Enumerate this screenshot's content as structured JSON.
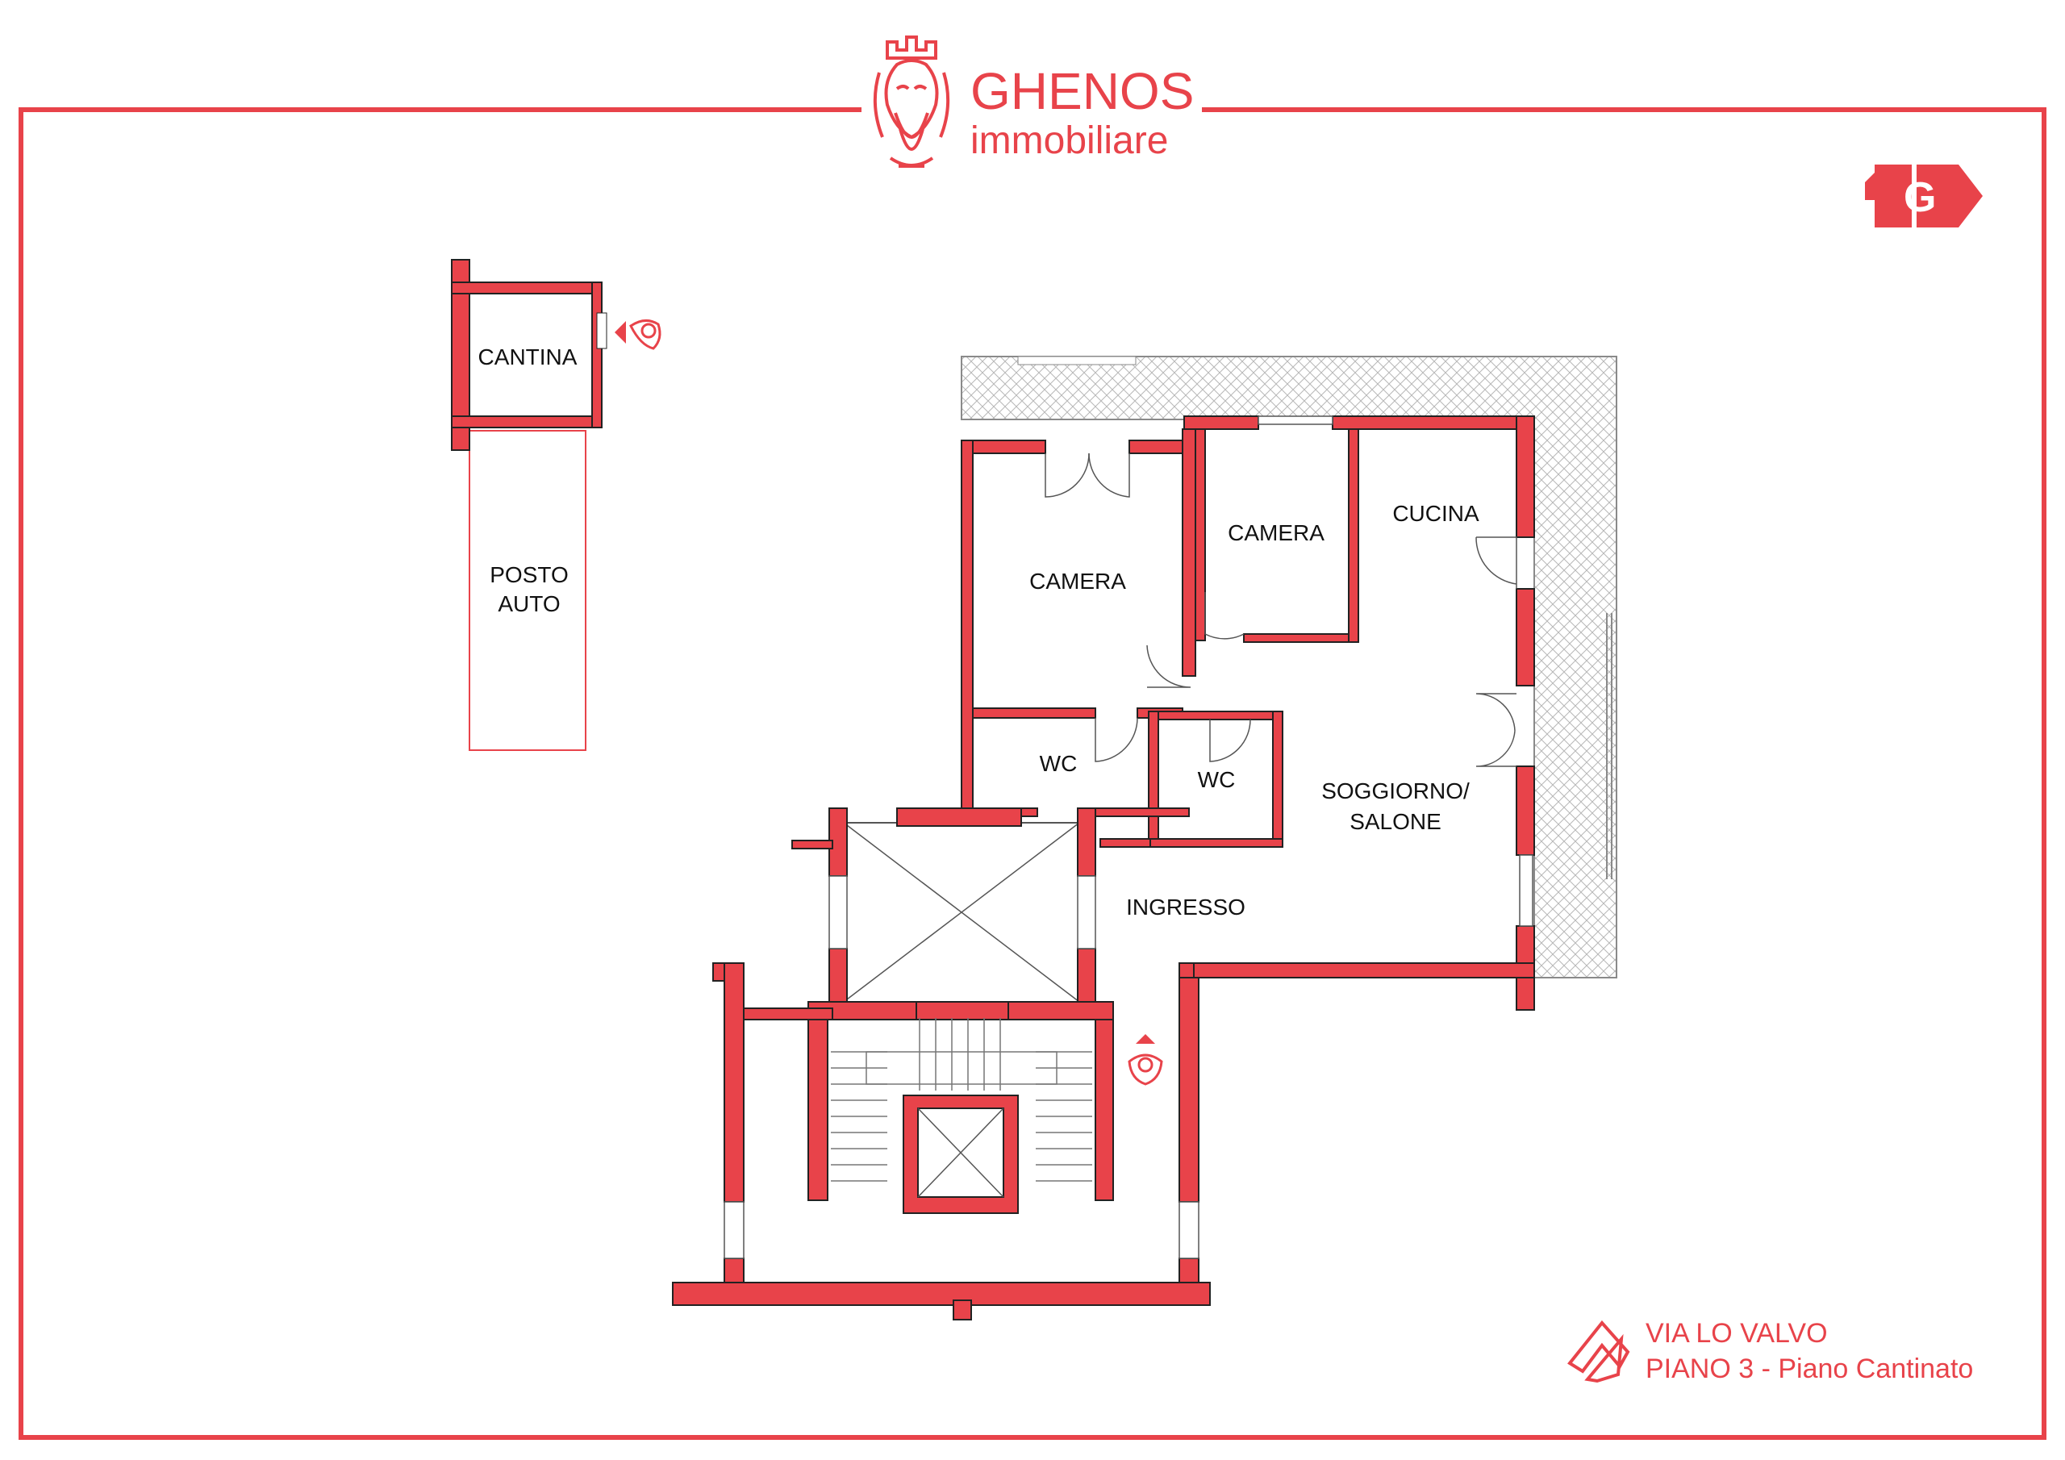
{
  "brand": {
    "name": "GHENOS",
    "subtitle": "immobiliare",
    "badge_letter": "G",
    "accent_color": "#e8434a",
    "wall_color": "#e8434a",
    "icon": "king-head-logo-icon"
  },
  "address": {
    "line1": "VIA LO VALVO",
    "line2": "PIANO 3 - Piano Cantinato",
    "icon": "house-outline-icon"
  },
  "rooms": {
    "cantina": "CANTINA",
    "posto_auto_1": "POSTO",
    "posto_auto_2": "AUTO",
    "camera_1": "CAMERA",
    "camera_2": "CAMERA",
    "cucina": "CUCINA",
    "wc_1": "WC",
    "wc_2": "WC",
    "soggiorno_1": "SOGGIORNO/",
    "soggiorno_2": "SALONE",
    "ingresso": "INGRESSO"
  }
}
